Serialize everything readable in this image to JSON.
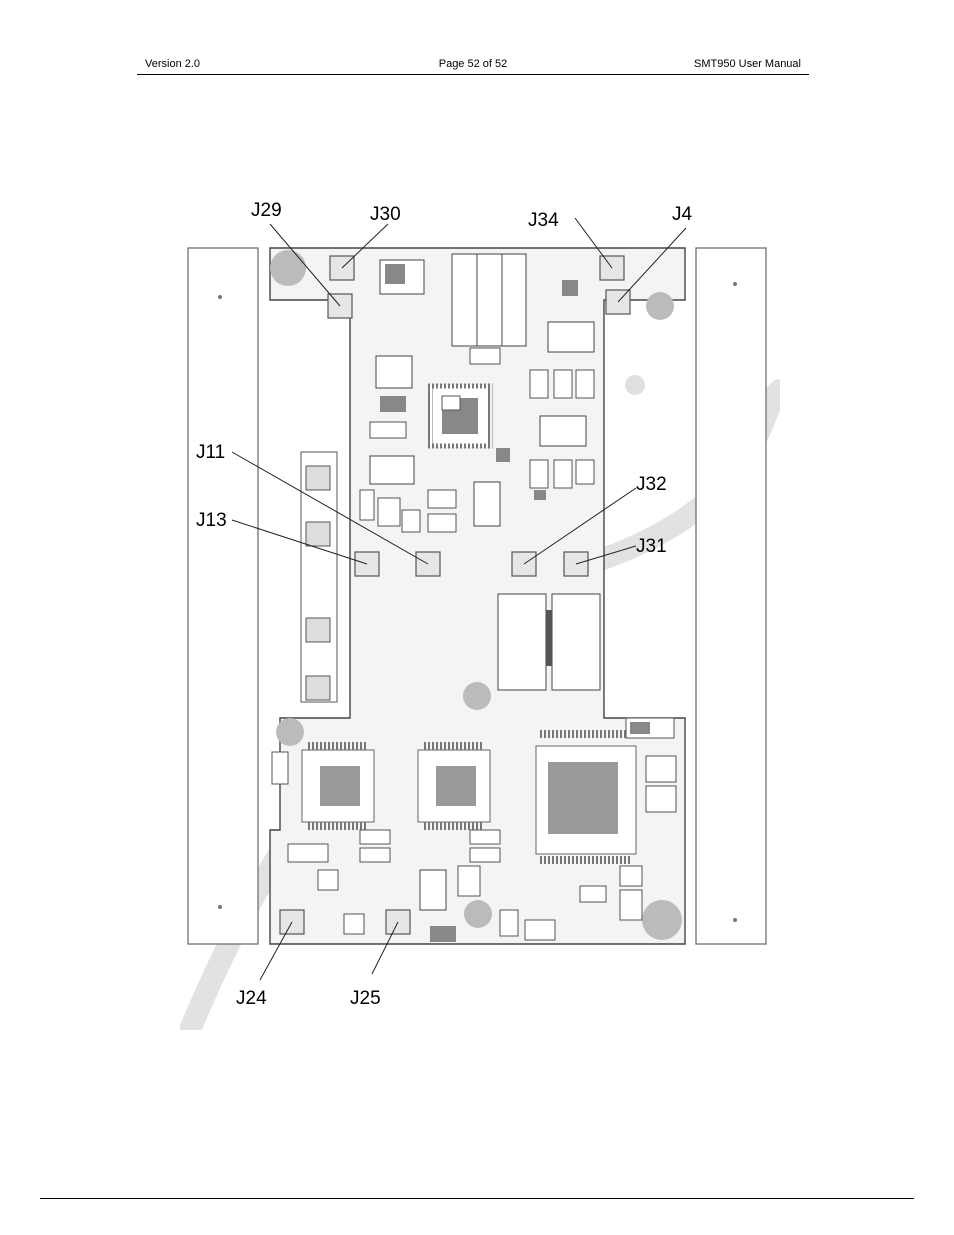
{
  "header": {
    "version": "Version 2.0",
    "page": "Page 52 of 52",
    "manual": "SMT950 User Manual"
  },
  "figure": {
    "connector_labels": {
      "j29": "J29",
      "j30": "J30",
      "j34": "J34",
      "j4": "J4",
      "j11": "J11",
      "j13": "J13",
      "j32": "J32",
      "j31": "J31",
      "j24": "J24",
      "j25": "J25"
    }
  }
}
